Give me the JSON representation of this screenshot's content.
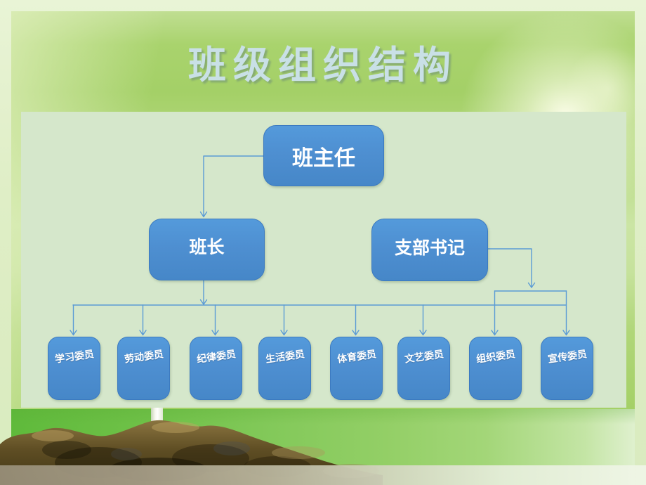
{
  "slide": {
    "title": "班级组织结构"
  },
  "org": {
    "root": {
      "label": "班主任"
    },
    "managers": [
      {
        "label": "班长"
      },
      {
        "label": "支部书记"
      }
    ],
    "committees": [
      {
        "label": "学习委员"
      },
      {
        "label": "劳动委员"
      },
      {
        "label": "纪律委员"
      },
      {
        "label": "生活委员"
      },
      {
        "label": "体育委员"
      },
      {
        "label": "文艺委员"
      },
      {
        "label": "组织委员"
      },
      {
        "label": "宣传委员"
      }
    ]
  },
  "colors": {
    "box-fill": "#4e8fd1",
    "box-border": "#3c7ac0",
    "box-text": "#ffffff",
    "connector": "#5b9bd5",
    "panel-bg": "#d5e7cb",
    "title-color": "#c9e0e6"
  }
}
